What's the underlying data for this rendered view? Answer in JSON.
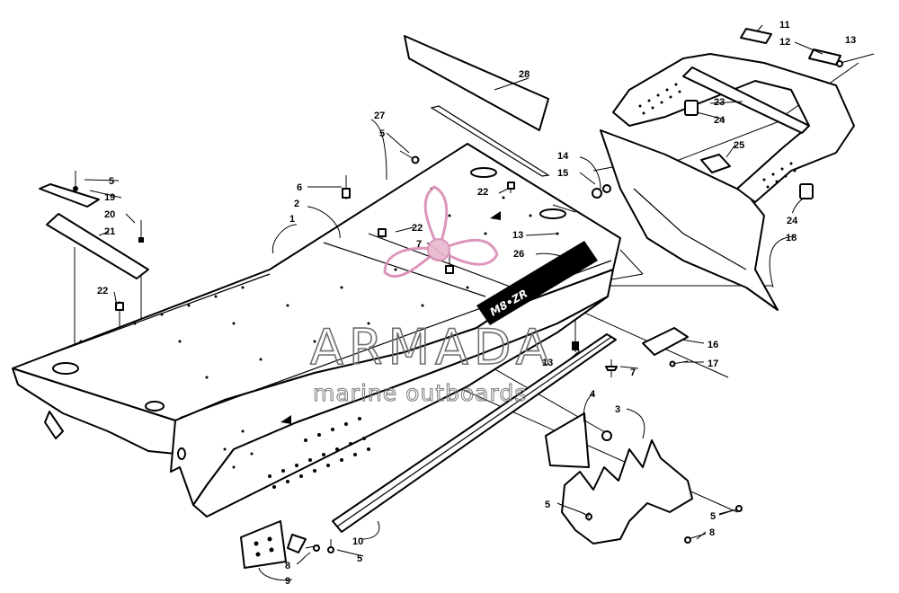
{
  "colors": {
    "line": "#000000",
    "watermark_logo": "#d98bb4",
    "watermark_text": "#6e6e6e"
  },
  "watermark": {
    "title": "ARMADA",
    "subtitle": "marine outboards",
    "logo_icon": "propeller-logo"
  },
  "callouts": [
    {
      "id": "c1",
      "text": "1"
    },
    {
      "id": "c2",
      "text": "2"
    },
    {
      "id": "c3",
      "text": "3"
    },
    {
      "id": "c4",
      "text": "4"
    },
    {
      "id": "c5a",
      "text": "5"
    },
    {
      "id": "c5b",
      "text": "5"
    },
    {
      "id": "c5c",
      "text": "5"
    },
    {
      "id": "c5d",
      "text": "5"
    },
    {
      "id": "c5e",
      "text": "5"
    },
    {
      "id": "c6",
      "text": "6"
    },
    {
      "id": "c7a",
      "text": "7"
    },
    {
      "id": "c7b",
      "text": "7"
    },
    {
      "id": "c8a",
      "text": "8"
    },
    {
      "id": "c8b",
      "text": "8"
    },
    {
      "id": "c9",
      "text": "9"
    },
    {
      "id": "c10",
      "text": "10"
    },
    {
      "id": "c11",
      "text": "11"
    },
    {
      "id": "c12",
      "text": "12"
    },
    {
      "id": "c13a",
      "text": "13"
    },
    {
      "id": "c13b",
      "text": "13"
    },
    {
      "id": "c13c",
      "text": "13"
    },
    {
      "id": "c14",
      "text": "14"
    },
    {
      "id": "c15",
      "text": "15"
    },
    {
      "id": "c16",
      "text": "16"
    },
    {
      "id": "c17",
      "text": "17"
    },
    {
      "id": "c18",
      "text": "18"
    },
    {
      "id": "c19",
      "text": "19"
    },
    {
      "id": "c20",
      "text": "20"
    },
    {
      "id": "c21",
      "text": "21"
    },
    {
      "id": "c22a",
      "text": "22"
    },
    {
      "id": "c22b",
      "text": "22"
    },
    {
      "id": "c22c",
      "text": "22"
    },
    {
      "id": "c23",
      "text": "23"
    },
    {
      "id": "c24a",
      "text": "24"
    },
    {
      "id": "c24b",
      "text": "24"
    },
    {
      "id": "c25",
      "text": "25"
    },
    {
      "id": "c26",
      "text": "26"
    },
    {
      "id": "c27",
      "text": "27"
    },
    {
      "id": "c28",
      "text": "28"
    }
  ]
}
